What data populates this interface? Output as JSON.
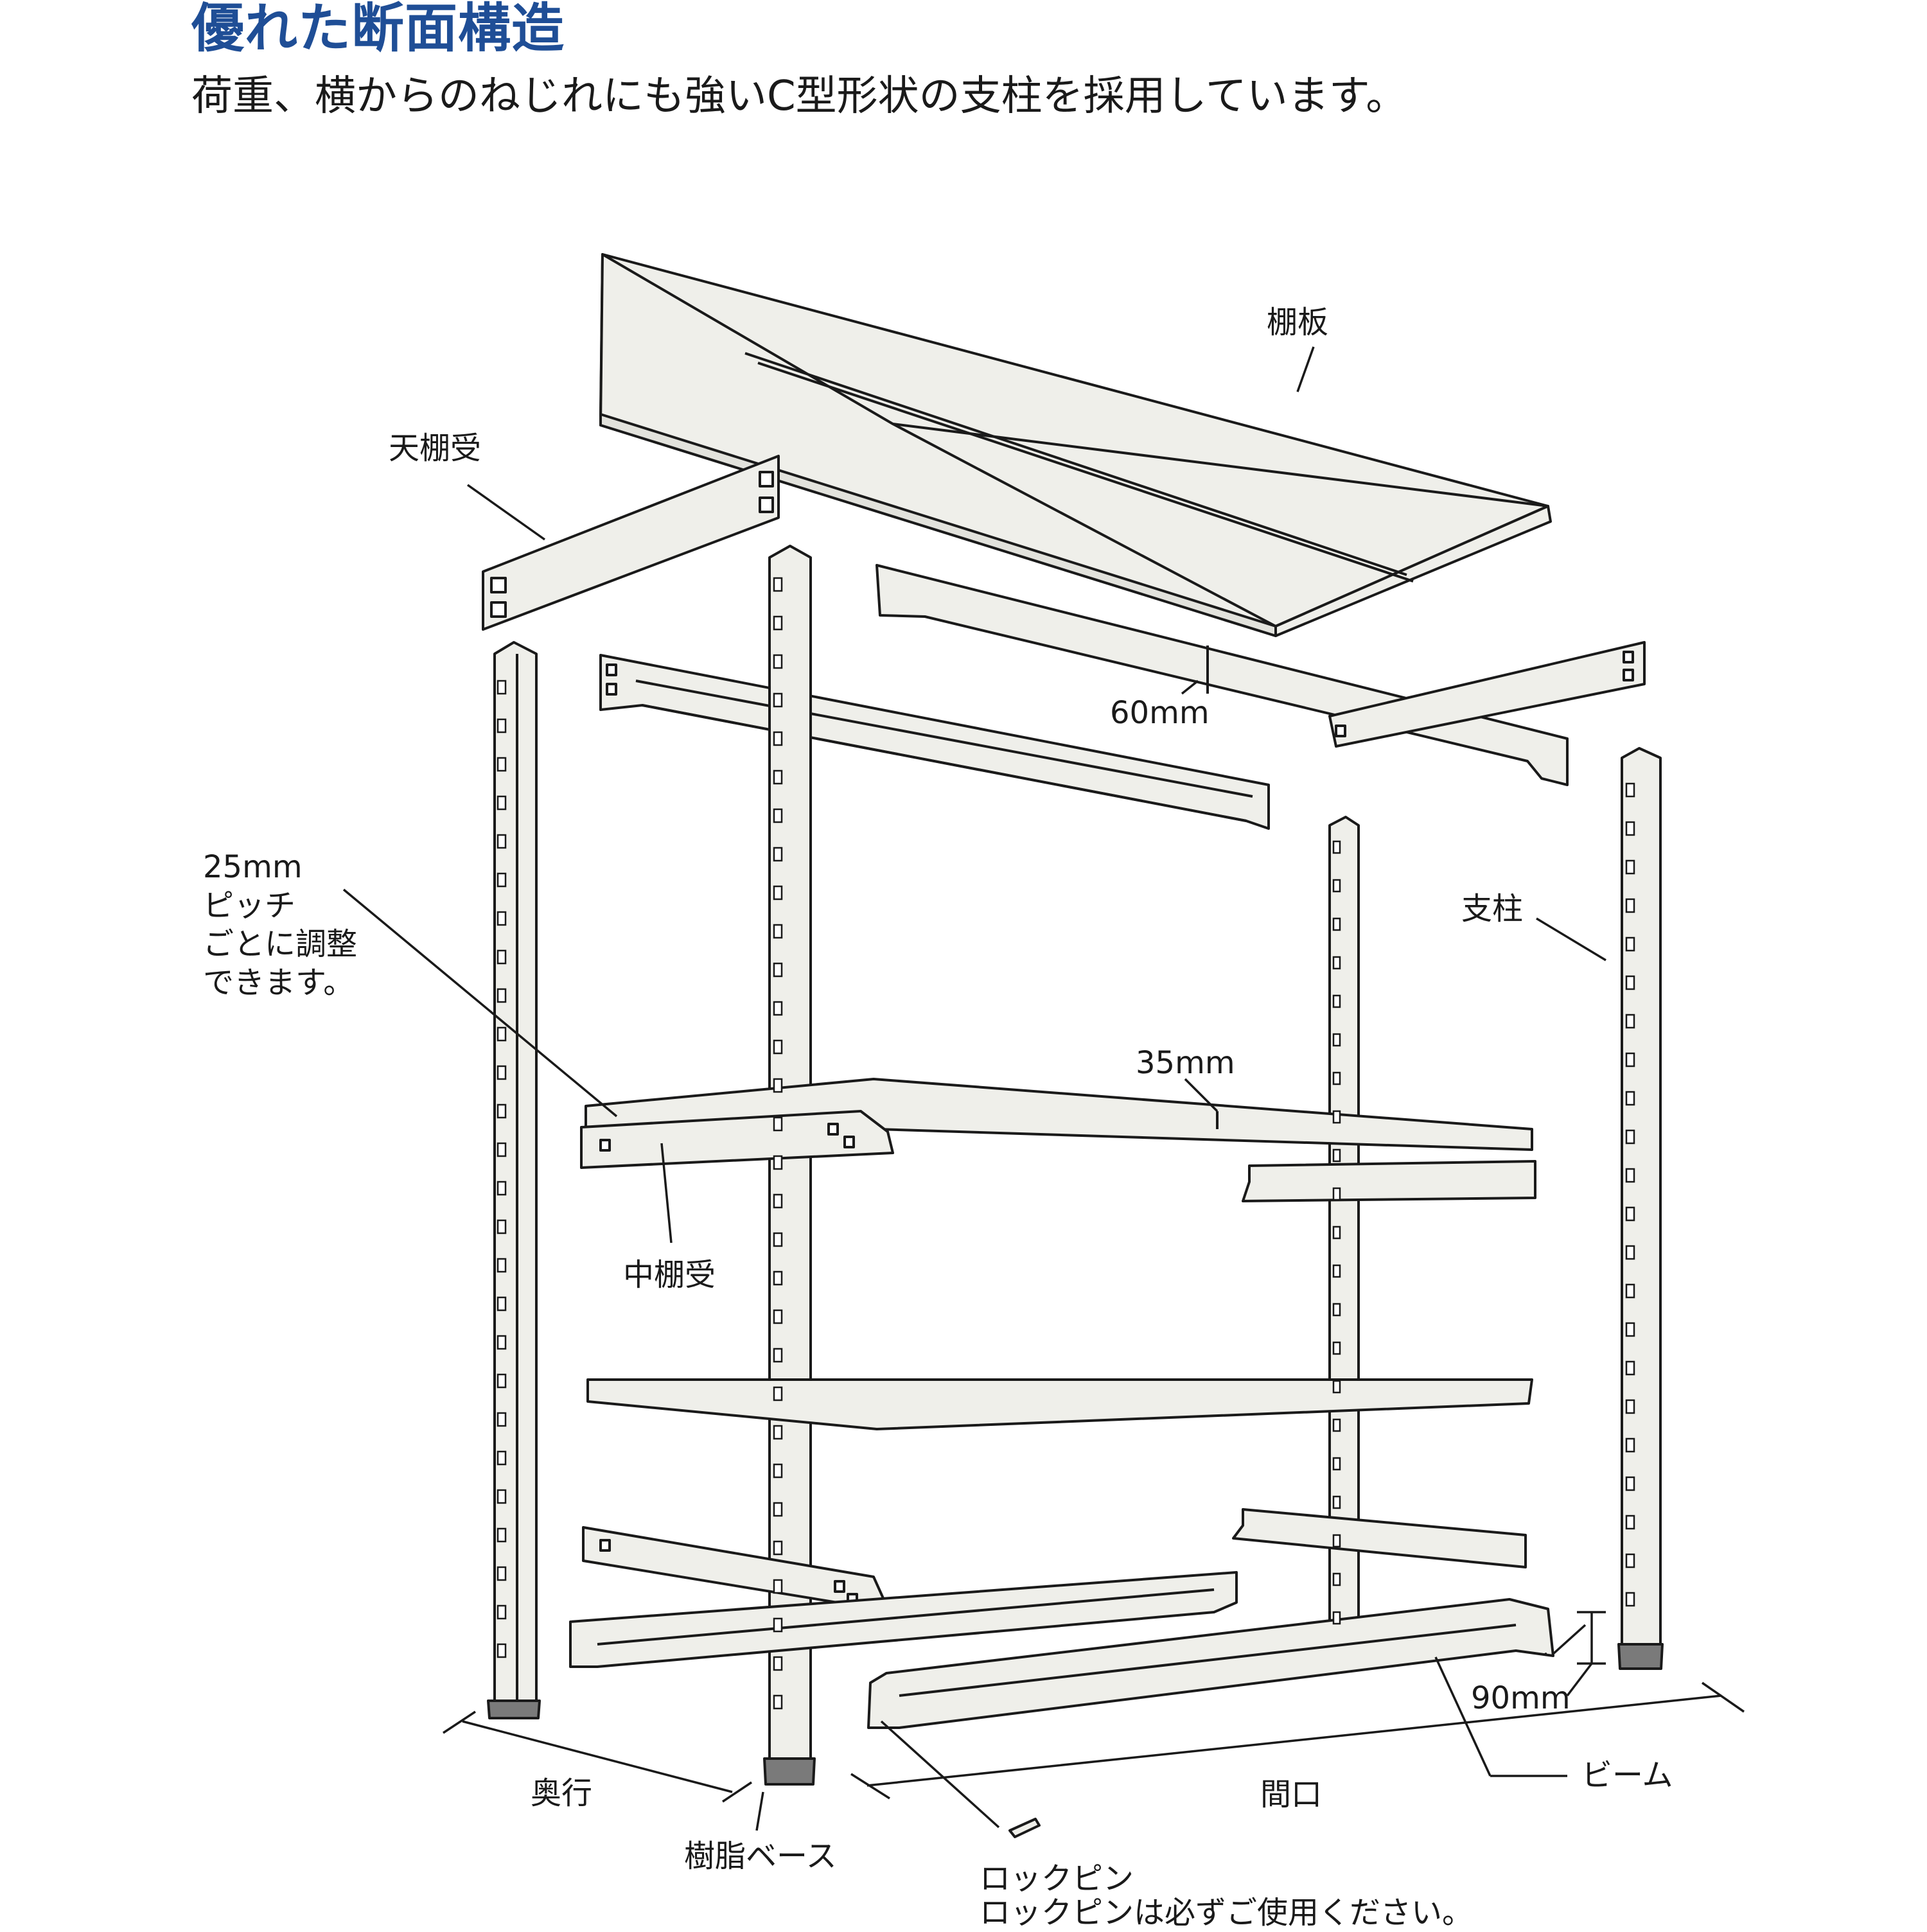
{
  "header": {
    "title": "優れた断面構造",
    "subtitle": "荷重、横からのねじれにも強いC型形状の支柱を採用しています。"
  },
  "labels": {
    "shelf_board": "棚板",
    "top_bracket": "天棚受",
    "dim_60": "60mm",
    "pitch_lines": [
      "25mm",
      "ピッチ",
      "ごとに調整",
      "できます。"
    ],
    "post": "支柱",
    "dim_35": "35mm",
    "mid_bracket": "中棚受",
    "dim_90": "90mm",
    "depth": "奥行",
    "width": "間口",
    "beam": "ビーム",
    "resin_base": "樹脂ベース",
    "lock_pin": "ロックピン",
    "lock_pin_note": "ロックピンは必ずご使用ください。"
  },
  "colors": {
    "title": "#1f4e96",
    "part_fill": "#efefea",
    "line": "#1a1a1a",
    "base": "#7a7a7a"
  }
}
